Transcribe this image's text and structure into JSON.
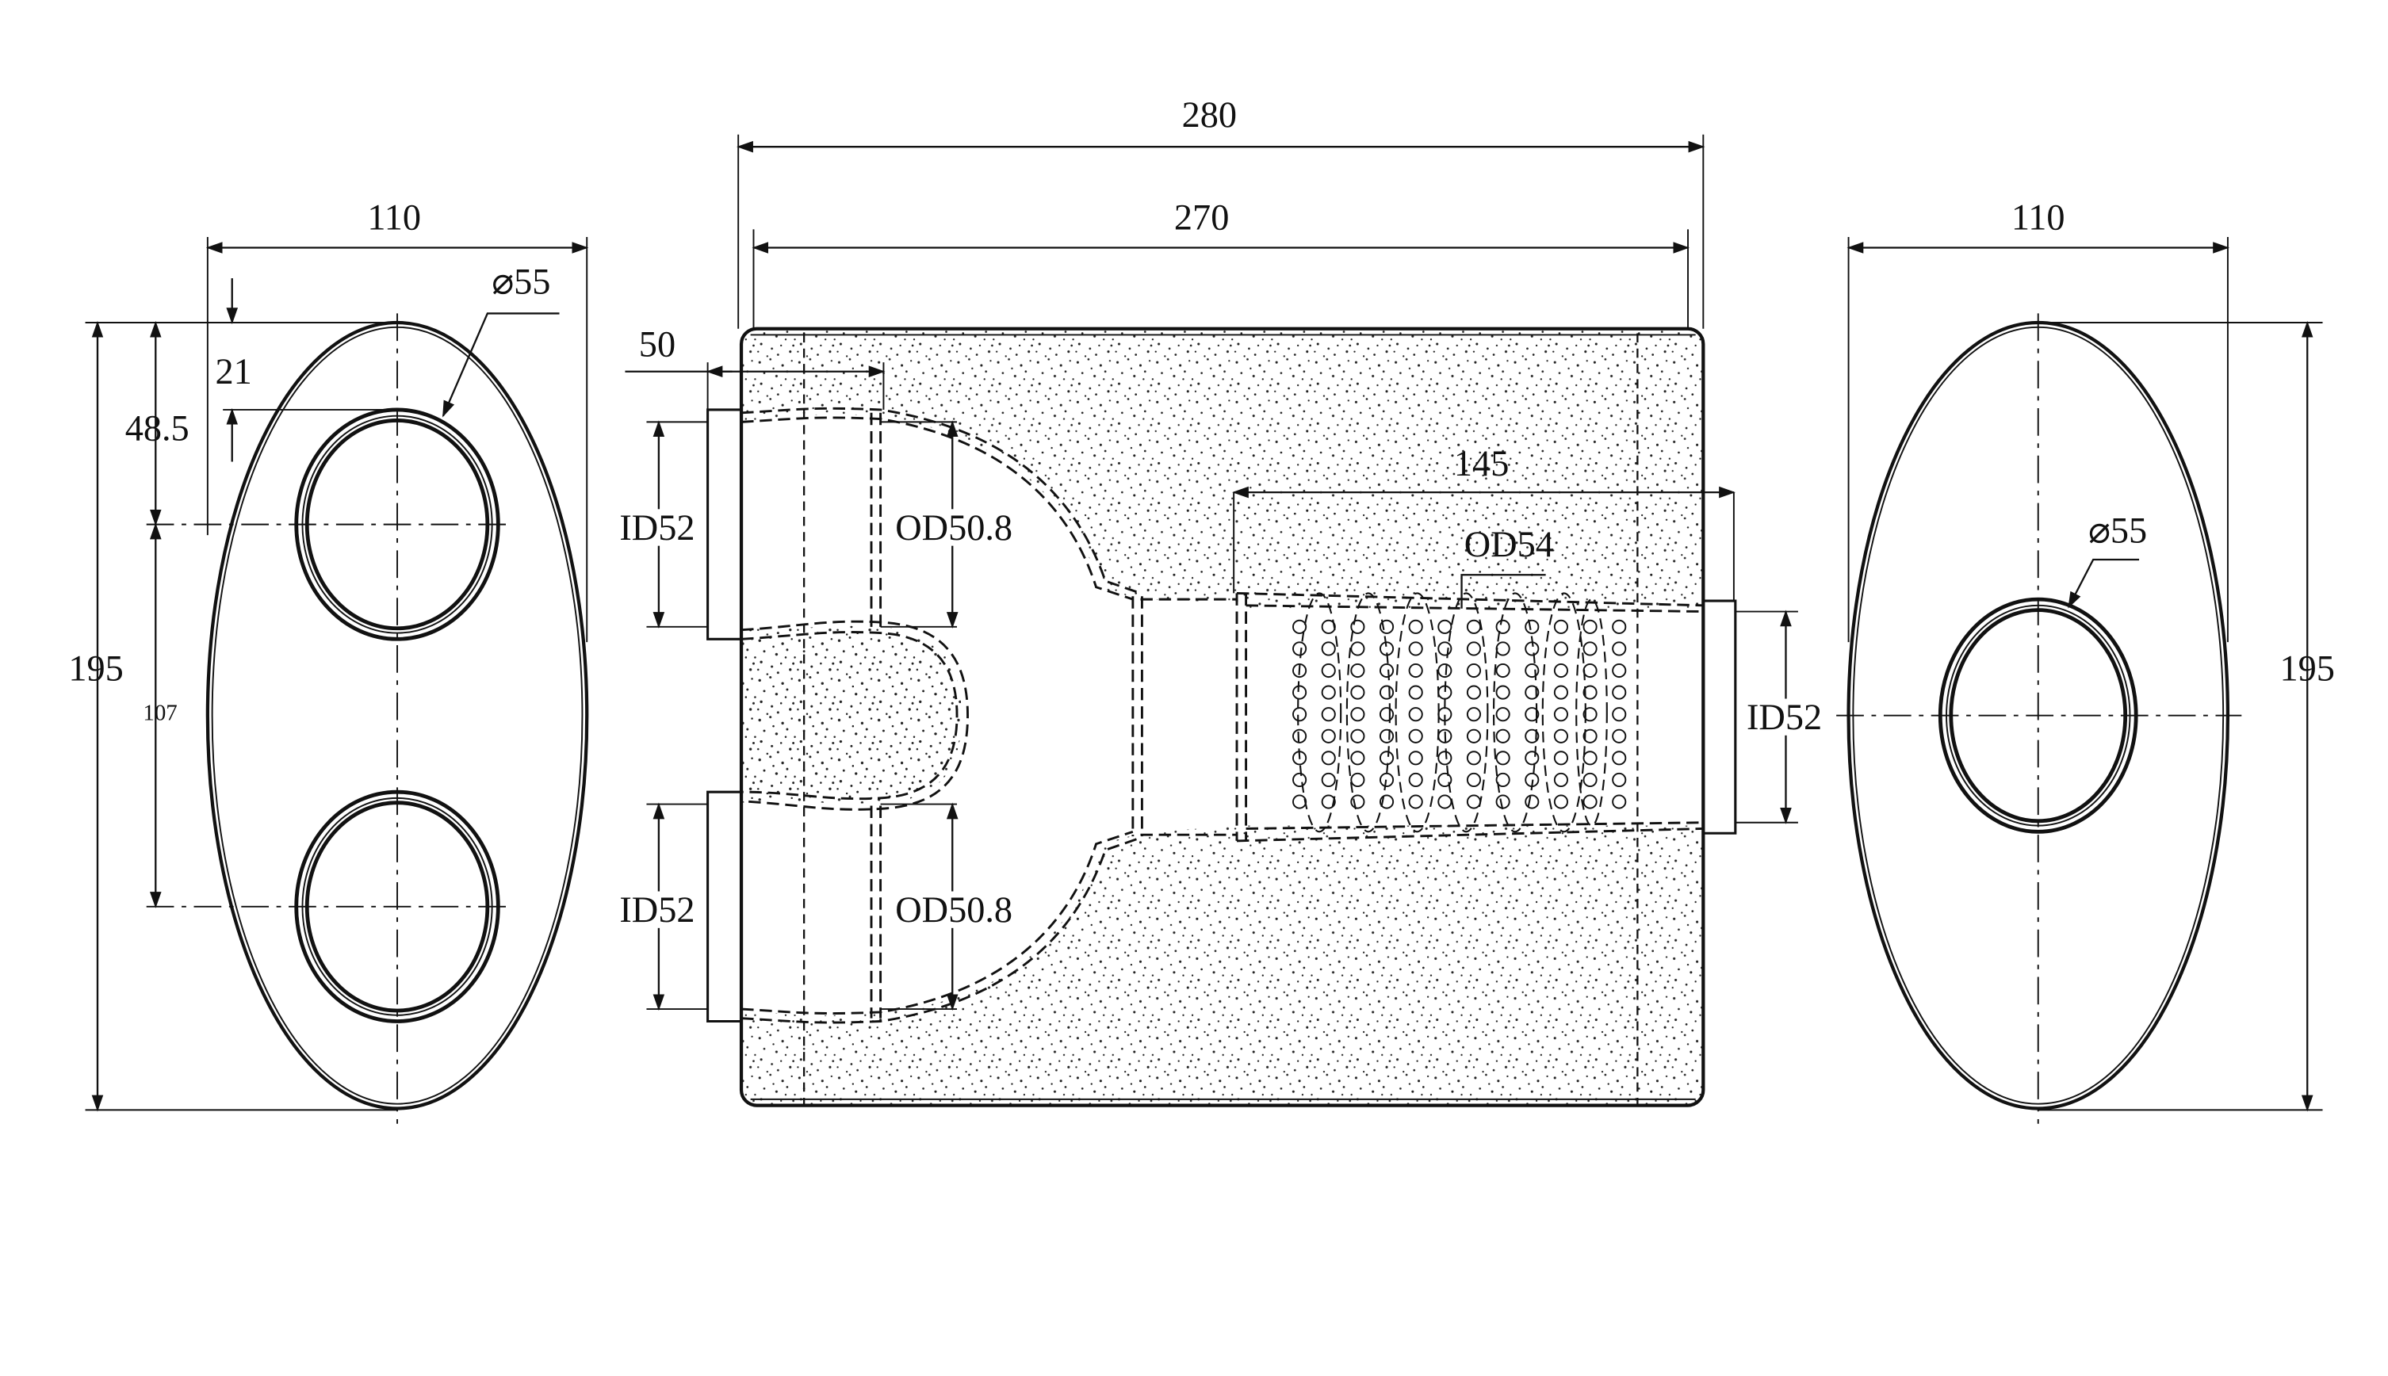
{
  "left_view": {
    "width_label": "110",
    "height_label": "195",
    "offset_label": "48.5",
    "gap_label": "21",
    "spacing_label": "107",
    "dia_label": "⌀55"
  },
  "middle_view": {
    "total_length_label": "280",
    "body_length_label": "270",
    "inlet_length_label": "50",
    "perf_length_label": "145",
    "perf_od_label": "OD54",
    "inlet_id_top": "ID52",
    "inlet_id_bottom": "ID52",
    "inlet_od_top": "OD50.8",
    "inlet_od_bottom": "OD50.8",
    "outlet_id": "ID52"
  },
  "right_view": {
    "width_label": "110",
    "height_label": "195",
    "dia_label": "⌀55"
  }
}
